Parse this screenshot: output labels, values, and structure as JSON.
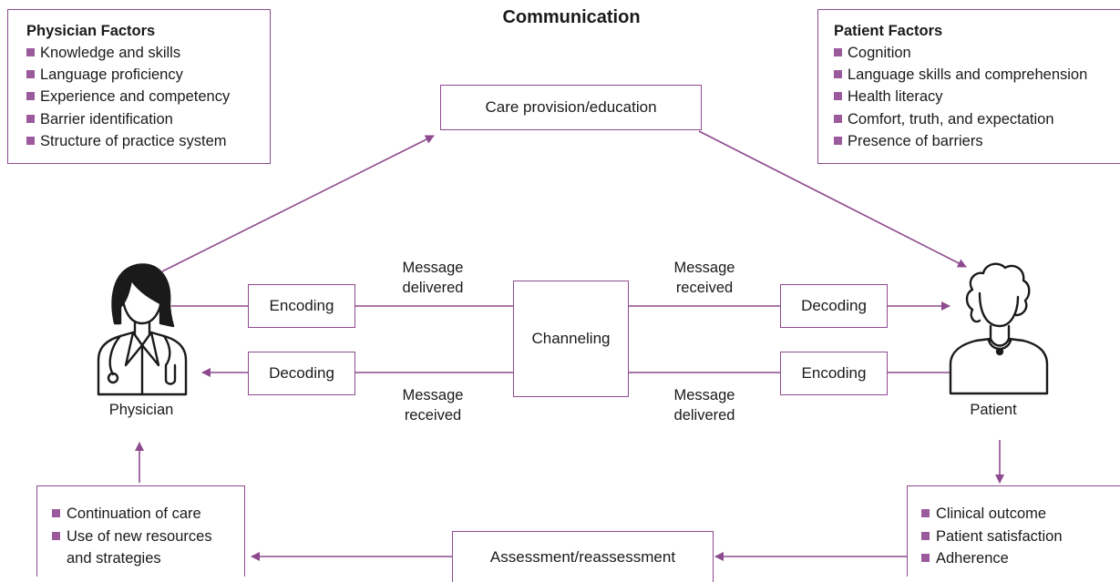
{
  "title": "Communication",
  "physician_factors": {
    "heading": "Physician Factors",
    "items": [
      "Knowledge and skills",
      "Language proficiency",
      "Experience and competency",
      "Barrier identification",
      "Structure of practice system"
    ]
  },
  "patient_factors": {
    "heading": "Patient Factors",
    "items": [
      "Cognition",
      "Language skills and comprehension",
      "Health literacy",
      "Comfort, truth, and expectation",
      "Presence of barriers"
    ]
  },
  "care_provision": "Care provision/education",
  "channeling": "Channeling",
  "top_row": {
    "physician_box": "Encoding",
    "patient_box": "Decoding",
    "left_label": [
      "Message",
      "delivered"
    ],
    "right_label": [
      "Message",
      "received"
    ]
  },
  "bottom_row": {
    "physician_box": "Decoding",
    "patient_box": "Encoding",
    "left_label": [
      "Message",
      "received"
    ],
    "right_label": [
      "Message",
      "delivered"
    ]
  },
  "physician_label": "Physician",
  "patient_label": "Patient",
  "outcomes": [
    "Clinical outcome",
    "Patient satisfaction",
    "Adherence"
  ],
  "assessment": "Assessment/reassessment",
  "continuation": [
    "Continuation of care",
    "Use of new resources and strategies"
  ],
  "colors": {
    "accent": "#8e4a8f",
    "bullet": "#9b5a9c",
    "text": "#1a1a1a"
  },
  "icons": {
    "physician": "physician-icon",
    "patient": "patient-icon"
  }
}
